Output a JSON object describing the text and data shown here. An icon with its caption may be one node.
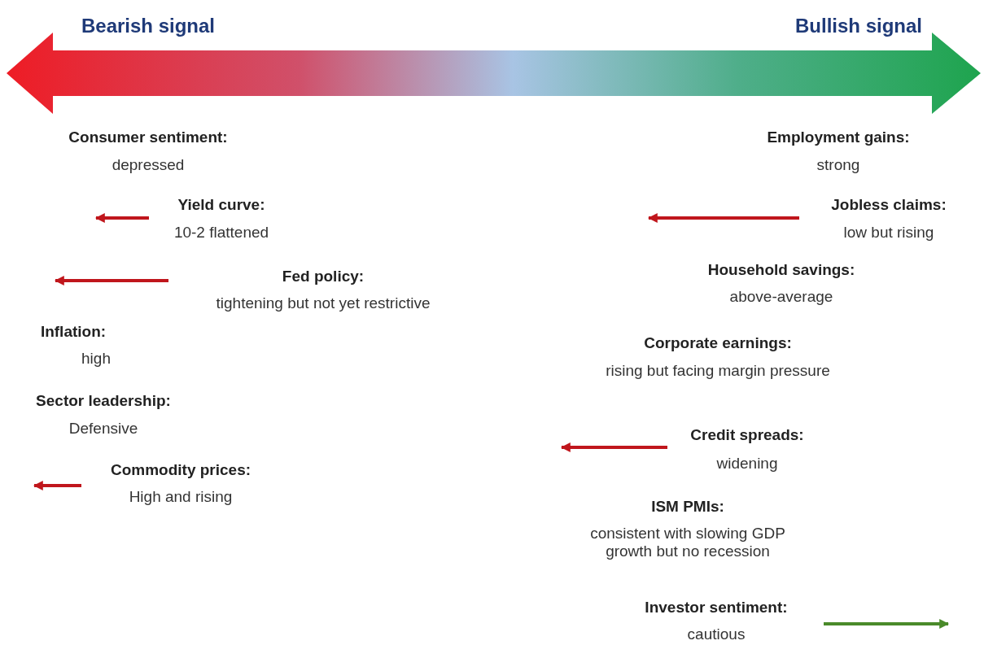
{
  "diagram": {
    "labels": [
      "Bearish signal",
      "Bullish signal",
      "Consumer sentiment:",
      "depressed",
      "Employment gains:",
      "strong",
      "Yield curve:",
      "10-2 flattened",
      "Jobless claims:",
      "low but rising",
      "Household savings:",
      "above-average",
      "Fed policy:",
      "tightening but not yet restrictive",
      "Inflation:",
      "high",
      "Corporate earnings:",
      "rising but facing margin pressure",
      "Sector leadership:",
      "Defensive",
      "Credit spreads:",
      "widening",
      "Commodity prices:",
      "High and rising",
      "ISM PMIs:",
      "consistent with slowing GDP growth but no recession",
      "Investor sentiment:",
      "cautious"
    ]
  }
}
